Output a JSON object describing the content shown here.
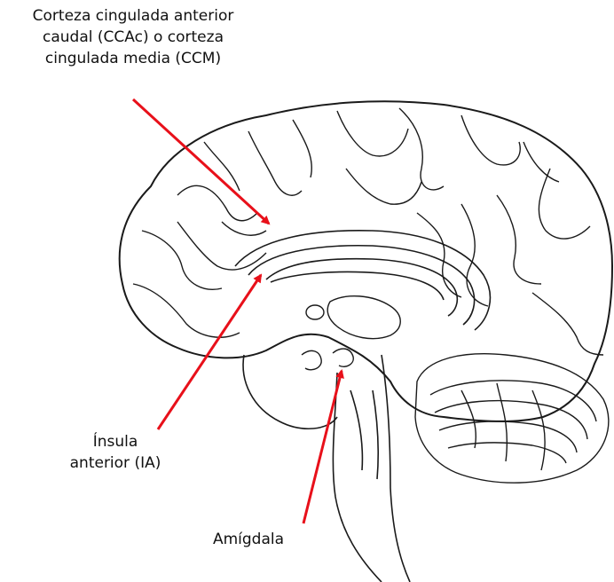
{
  "labels": {
    "ccm": {
      "line1": "Corteza cingulada anterior",
      "line2": "caudal (CCAc) o corteza",
      "line3": "cingulada media (CCM)"
    },
    "ia": {
      "line1": "Ínsula",
      "line2": "anterior (IA)"
    },
    "amigdala": {
      "text": "Amígdala"
    }
  },
  "colors": {
    "arrow": "#e8101a",
    "outline": "#1a1a1a"
  }
}
